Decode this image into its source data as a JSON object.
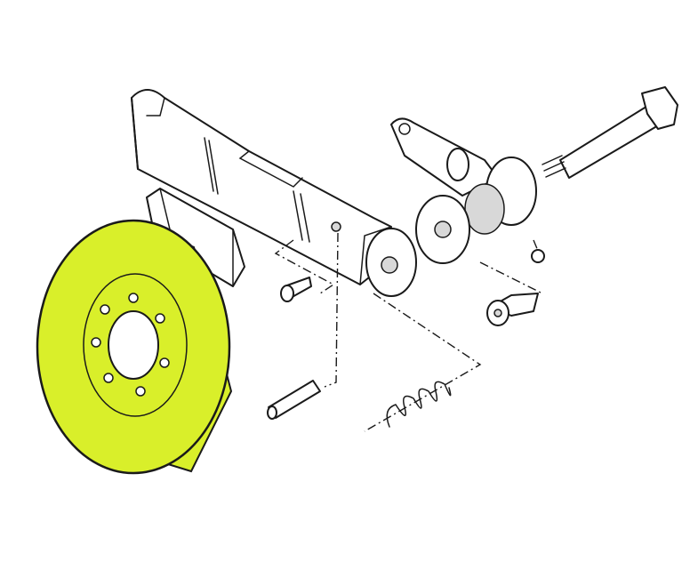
{
  "diagram": {
    "parts": [
      {
        "id": "brake-disc",
        "highlighted": true
      },
      {
        "id": "caliper-arm",
        "highlighted": false
      },
      {
        "id": "brake-pad",
        "highlighted": false
      },
      {
        "id": "pivot-bracket",
        "highlighted": false
      },
      {
        "id": "hub-flange",
        "highlighted": false
      },
      {
        "id": "bolt",
        "highlighted": false
      },
      {
        "id": "small-screw",
        "highlighted": false
      },
      {
        "id": "cap-screw",
        "highlighted": false
      },
      {
        "id": "pin",
        "highlighted": false
      },
      {
        "id": "spring",
        "highlighted": false
      },
      {
        "id": "ball",
        "highlighted": false
      }
    ]
  },
  "colors": {
    "highlight": "#d9ef2a",
    "line": "#1a1a1a",
    "background": "#ffffff"
  }
}
